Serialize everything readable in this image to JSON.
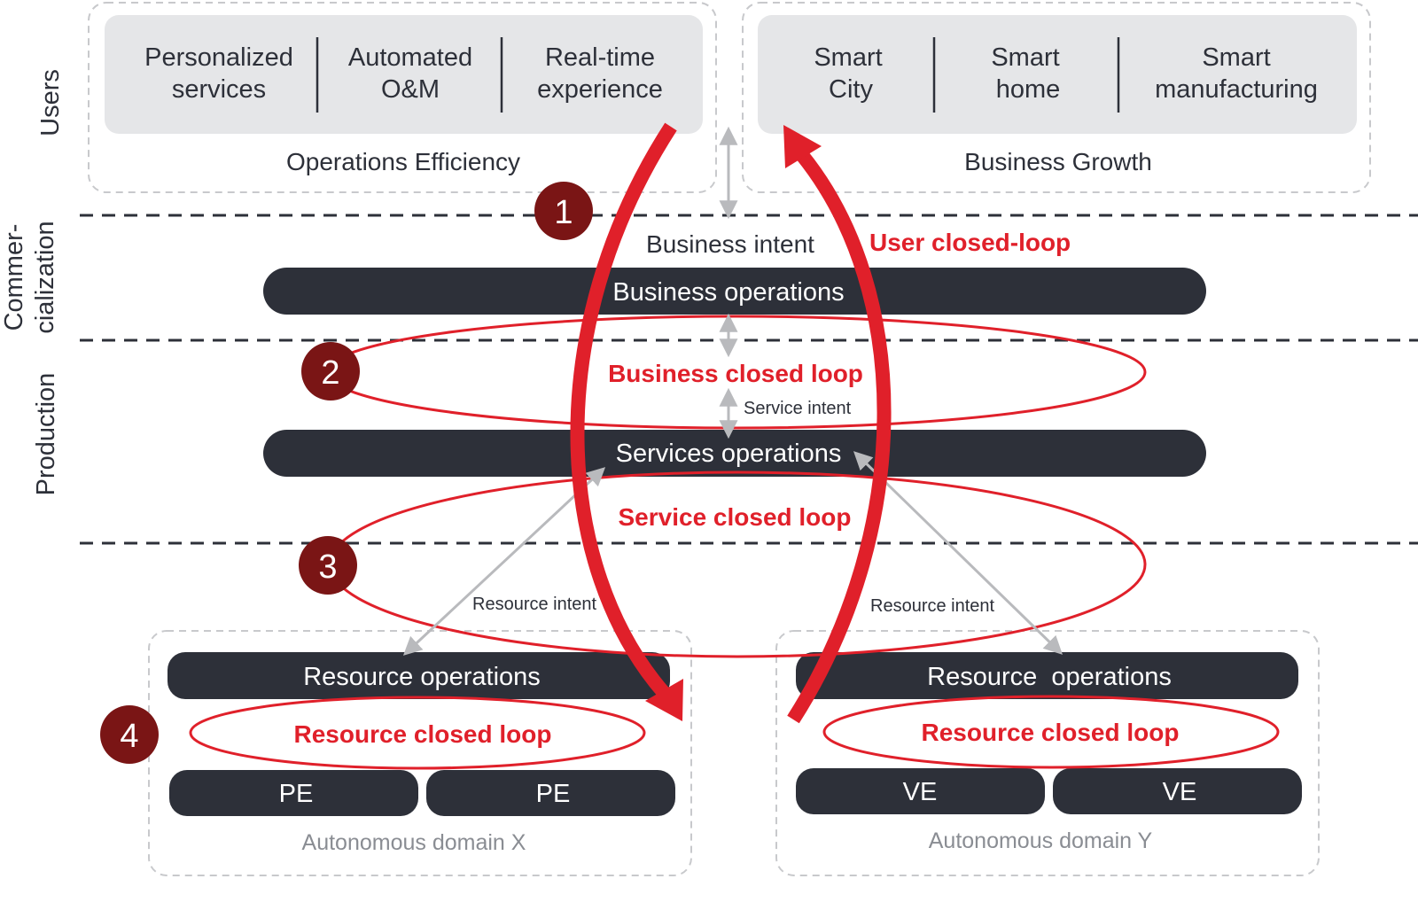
{
  "side_labels": {
    "users": "Users",
    "commercialization_1": "Commer-",
    "commercialization_2": "cialization",
    "production": "Production"
  },
  "users_left": {
    "items": [
      {
        "line1": "Personalized",
        "line2": "services"
      },
      {
        "line1": "Automated",
        "line2": "O&M"
      },
      {
        "line1": "Real-time",
        "line2": "experience"
      }
    ],
    "caption": "Operations Efficiency"
  },
  "users_right": {
    "items": [
      {
        "line1": "Smart",
        "line2": "City"
      },
      {
        "line1": "Smart",
        "line2": "home"
      },
      {
        "line1": "Smart",
        "line2": "manufacturing"
      }
    ],
    "caption": "Business Growth"
  },
  "intents": {
    "business": "Business intent",
    "service": "Service intent",
    "resource_left": "Resource intent",
    "resource_right": "Resource intent"
  },
  "bars": {
    "business_operations": "Business operations",
    "services_operations": "Services operations",
    "resource_operations_x": "Resource operations",
    "resource_operations_y": "Resource  operations",
    "pe_1": "PE",
    "pe_2": "PE",
    "ve_1": "VE",
    "ve_2": "VE"
  },
  "loops": {
    "user": "User closed-loop",
    "business": "Business closed loop",
    "service": "Service closed loop",
    "resource_x": "Resource closed loop",
    "resource_y": "Resource closed loop"
  },
  "markers": [
    "1",
    "2",
    "3",
    "4"
  ],
  "domains": {
    "x": "Autonomous domain X",
    "y": "Autonomous domain Y"
  },
  "colors": {
    "dark_bar": "#2d3039",
    "loop_red": "#e0202a",
    "marker_fill": "#7a1515",
    "panel_fill": "#e5e6e8",
    "dashed_border": "#c8c9cc",
    "gray_arrow": "#b9babd"
  }
}
